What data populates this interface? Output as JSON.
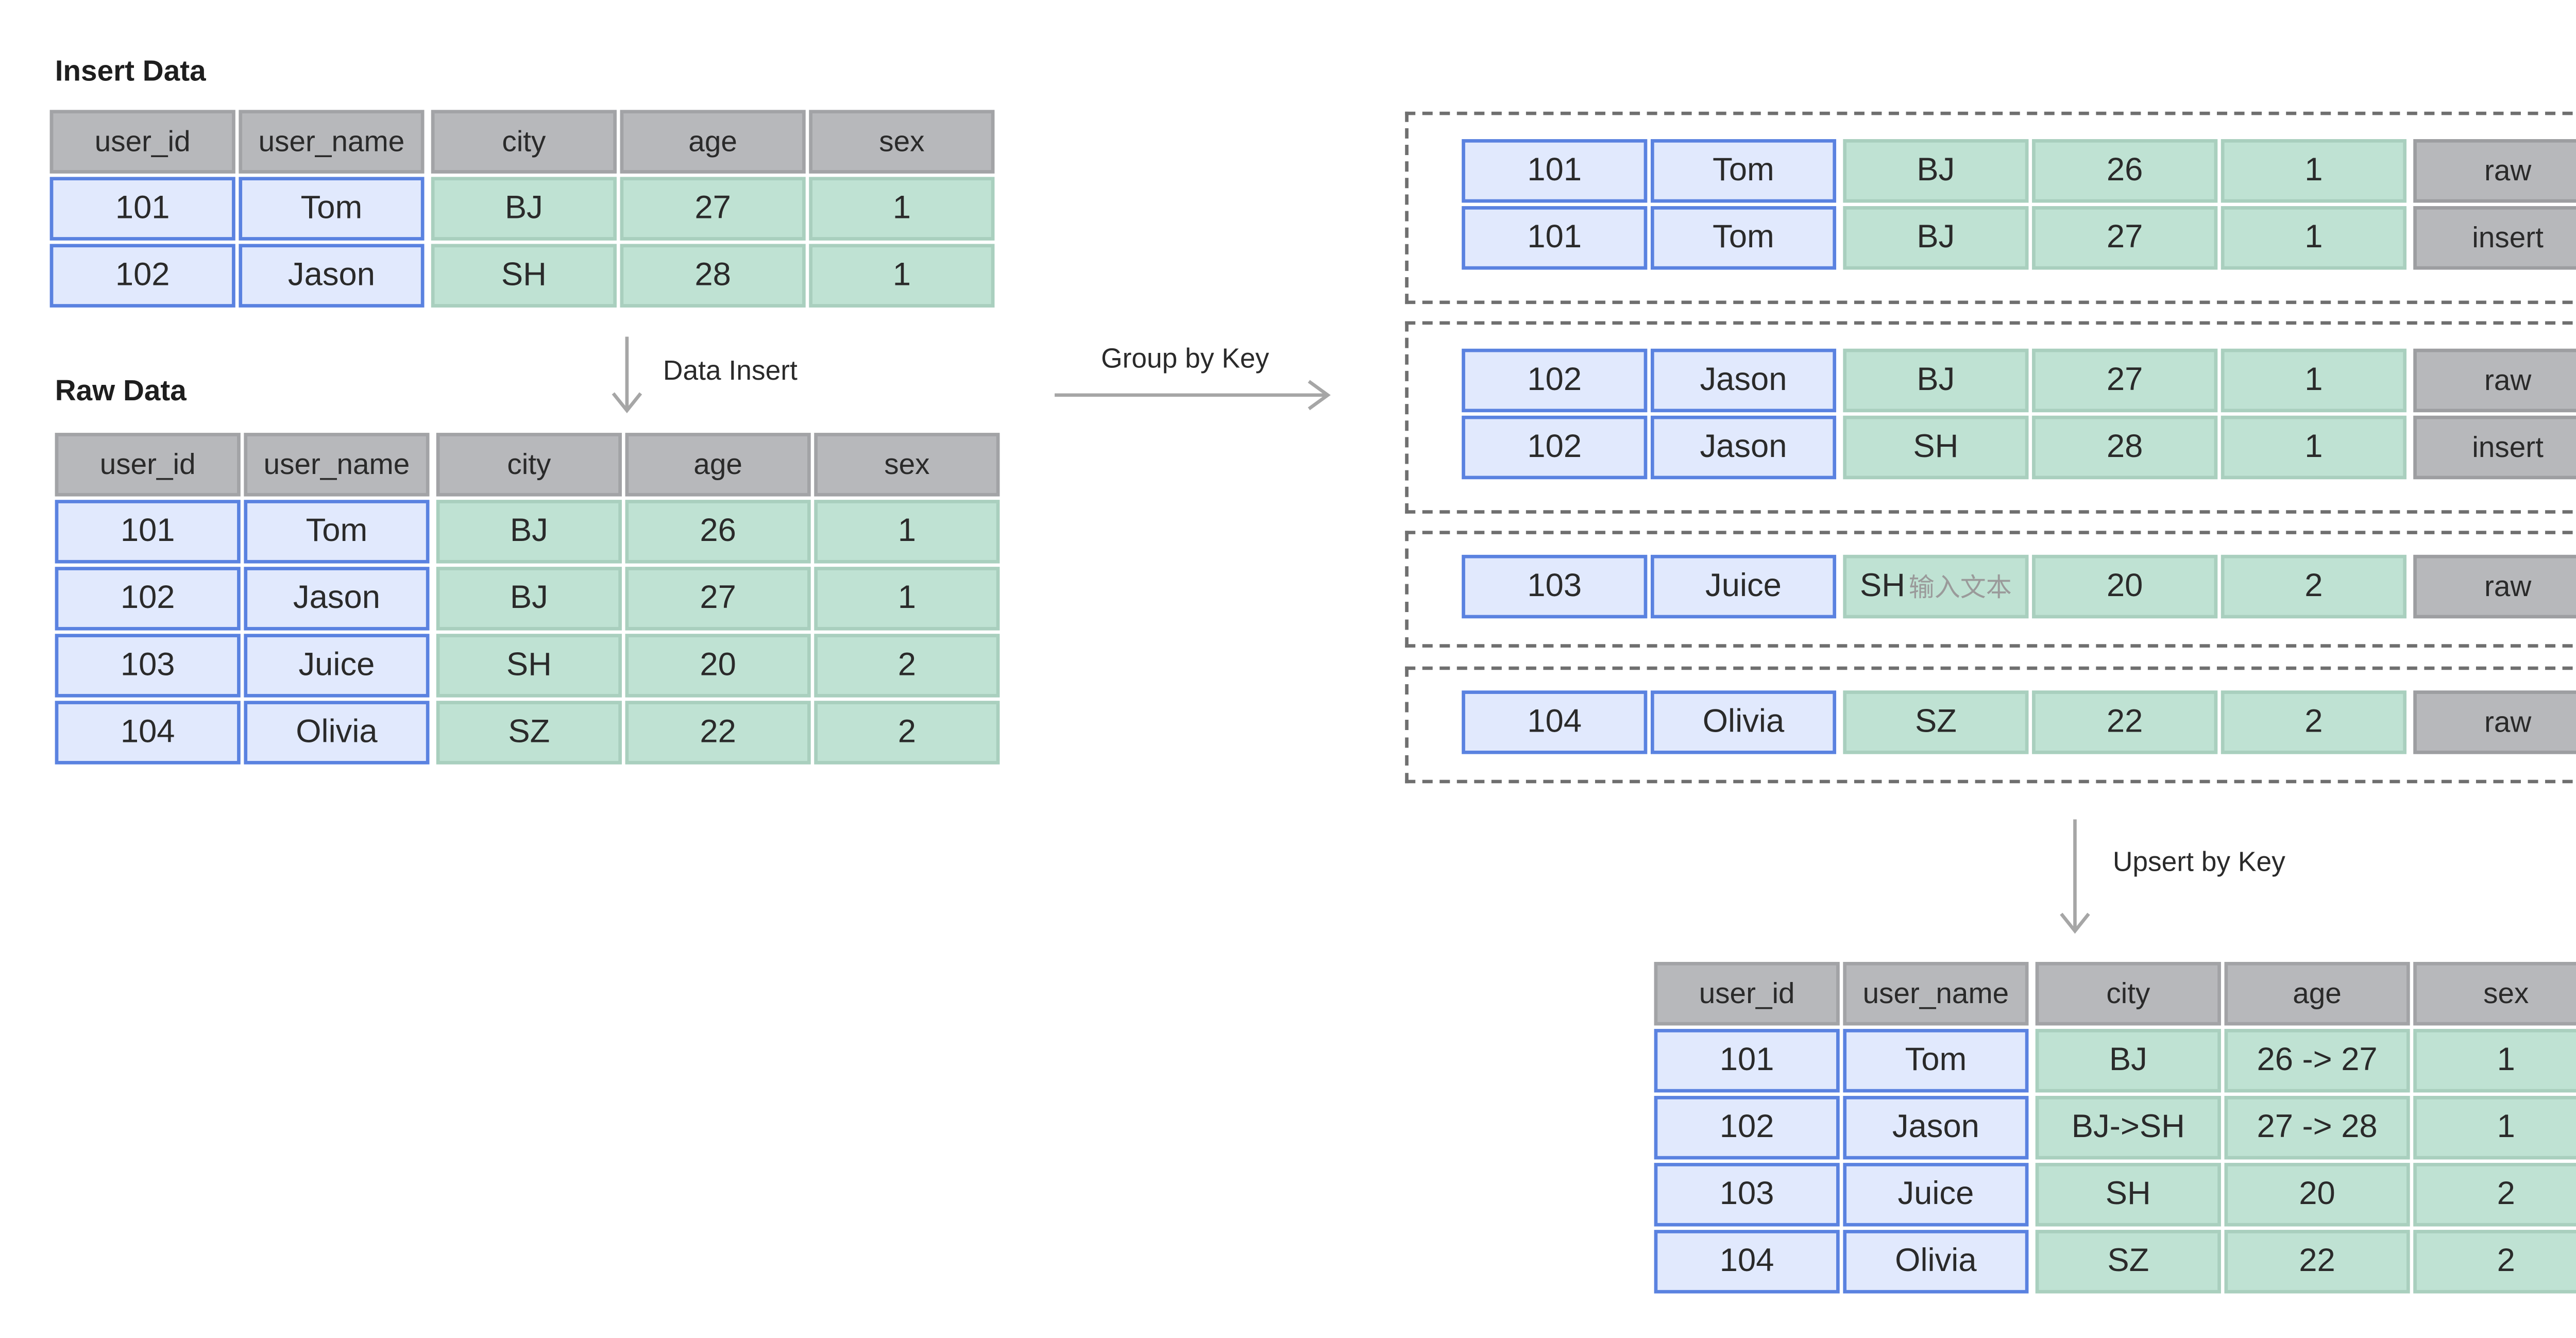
{
  "insert_title": "Insert Data",
  "raw_title": "Raw Data",
  "data_insert_label": "Data Insert",
  "group_label": "Group by Key",
  "upsert_label": "Upsert by Key",
  "columns": {
    "user_id": "user_id",
    "user_name": "user_name",
    "city": "city",
    "age": "age",
    "sex": "sex"
  },
  "insert_rows": [
    {
      "user_id": "101",
      "user_name": "Tom",
      "city": "BJ",
      "age": "27",
      "sex": "1"
    },
    {
      "user_id": "102",
      "user_name": "Jason",
      "city": "SH",
      "age": "28",
      "sex": "1"
    }
  ],
  "raw_rows": [
    {
      "user_id": "101",
      "user_name": "Tom",
      "city": "BJ",
      "age": "26",
      "sex": "1"
    },
    {
      "user_id": "102",
      "user_name": "Jason",
      "city": "BJ",
      "age": "27",
      "sex": "1"
    },
    {
      "user_id": "103",
      "user_name": "Juice",
      "city": "SH",
      "age": "20",
      "sex": "2"
    },
    {
      "user_id": "104",
      "user_name": "Olivia",
      "city": "SZ",
      "age": "22",
      "sex": "2"
    }
  ],
  "groups": [
    {
      "rows": [
        {
          "user_id": "101",
          "user_name": "Tom",
          "city": "BJ",
          "age": "26",
          "sex": "1",
          "tag": "raw"
        },
        {
          "user_id": "101",
          "user_name": "Tom",
          "city": "BJ",
          "age": "27",
          "sex": "1",
          "tag": "insert"
        }
      ]
    },
    {
      "rows": [
        {
          "user_id": "102",
          "user_name": "Jason",
          "city": "BJ",
          "age": "27",
          "sex": "1",
          "tag": "raw"
        },
        {
          "user_id": "102",
          "user_name": "Jason",
          "city": "SH",
          "age": "28",
          "sex": "1",
          "tag": "insert"
        }
      ]
    },
    {
      "rows": [
        {
          "user_id": "103",
          "user_name": "Juice",
          "city": "SH",
          "city_overlay": "输入文本",
          "age": "20",
          "sex": "2",
          "tag": "raw"
        }
      ]
    },
    {
      "rows": [
        {
          "user_id": "104",
          "user_name": "Olivia",
          "city": "SZ",
          "age": "22",
          "sex": "2",
          "tag": "raw"
        }
      ]
    }
  ],
  "result_rows": [
    {
      "user_id": "101",
      "user_name": "Tom",
      "city": "BJ",
      "age": "26 -> 27",
      "sex": "1"
    },
    {
      "user_id": "102",
      "user_name": "Jason",
      "city": "BJ->SH",
      "age": "27 -> 28",
      "sex": "1"
    },
    {
      "user_id": "103",
      "user_name": "Juice",
      "city": "SH",
      "age": "20",
      "sex": "2"
    },
    {
      "user_id": "104",
      "user_name": "Olivia",
      "city": "SZ",
      "age": "22",
      "sex": "2"
    }
  ],
  "colors": {
    "key_fill": "#e1e9fd",
    "key_border": "#5a82e0",
    "value_fill": "#bfe2d3",
    "header_fill": "#b7b8bb",
    "arrow": "#a6a6a6"
  }
}
